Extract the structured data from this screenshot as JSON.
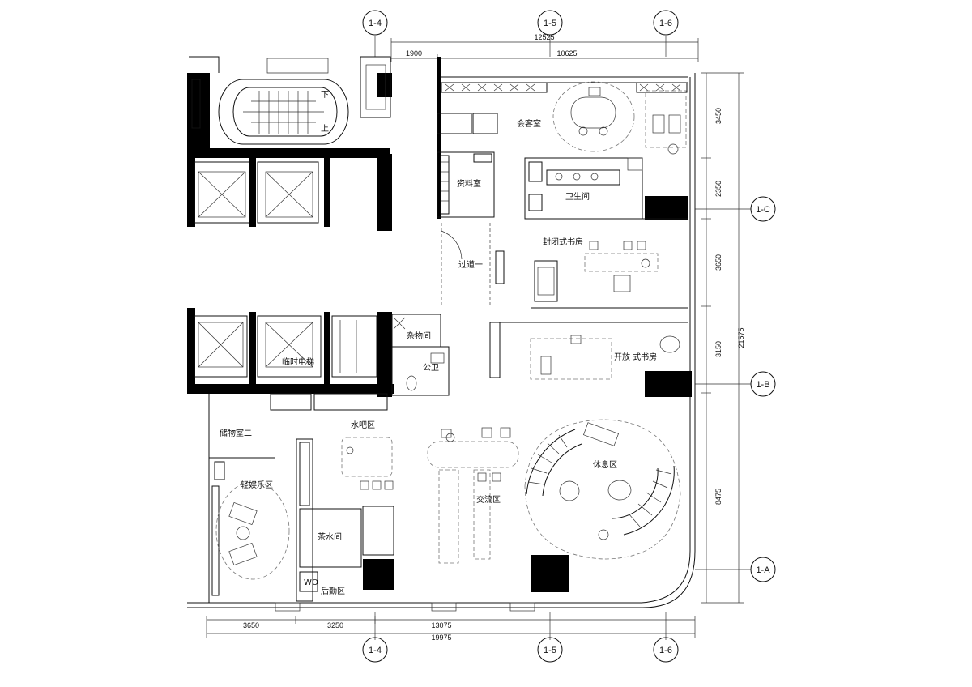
{
  "grid_axes": {
    "top": [
      "1-4",
      "1-5",
      "1-6"
    ],
    "bottom": [
      "1-4",
      "1-5",
      "1-6"
    ],
    "right": [
      "1-C",
      "1-B",
      "1-A"
    ]
  },
  "dimensions": {
    "top_total": "12525",
    "top_1": "1900",
    "top_2": "10625",
    "right_total": "21575",
    "right_1": "3450",
    "right_2": "2350",
    "right_3": "3650",
    "right_4": "3150",
    "right_5": "8475",
    "bottom_1": "3650",
    "bottom_2": "3250",
    "bottom_3": "13075",
    "bottom_total": "19975"
  },
  "stair_labels": {
    "down": "下",
    "up": "上"
  },
  "rooms": {
    "reception": "会客室",
    "archive": "资料室",
    "toilet": "卫生间",
    "closed_study": "封闭式书房",
    "corridor": "过道一",
    "storage": "杂物间",
    "public_wc": "公卫",
    "open_study": "开放 式书房",
    "temp_elevator": "临时电梯",
    "storage_2": "储物室二",
    "water_bar": "水吧区",
    "light_ent": "轻娱乐区",
    "exchange": "交流区",
    "rest": "休息区",
    "tea_room": "茶水间",
    "wo": "WO",
    "back_service": "后勤区"
  }
}
